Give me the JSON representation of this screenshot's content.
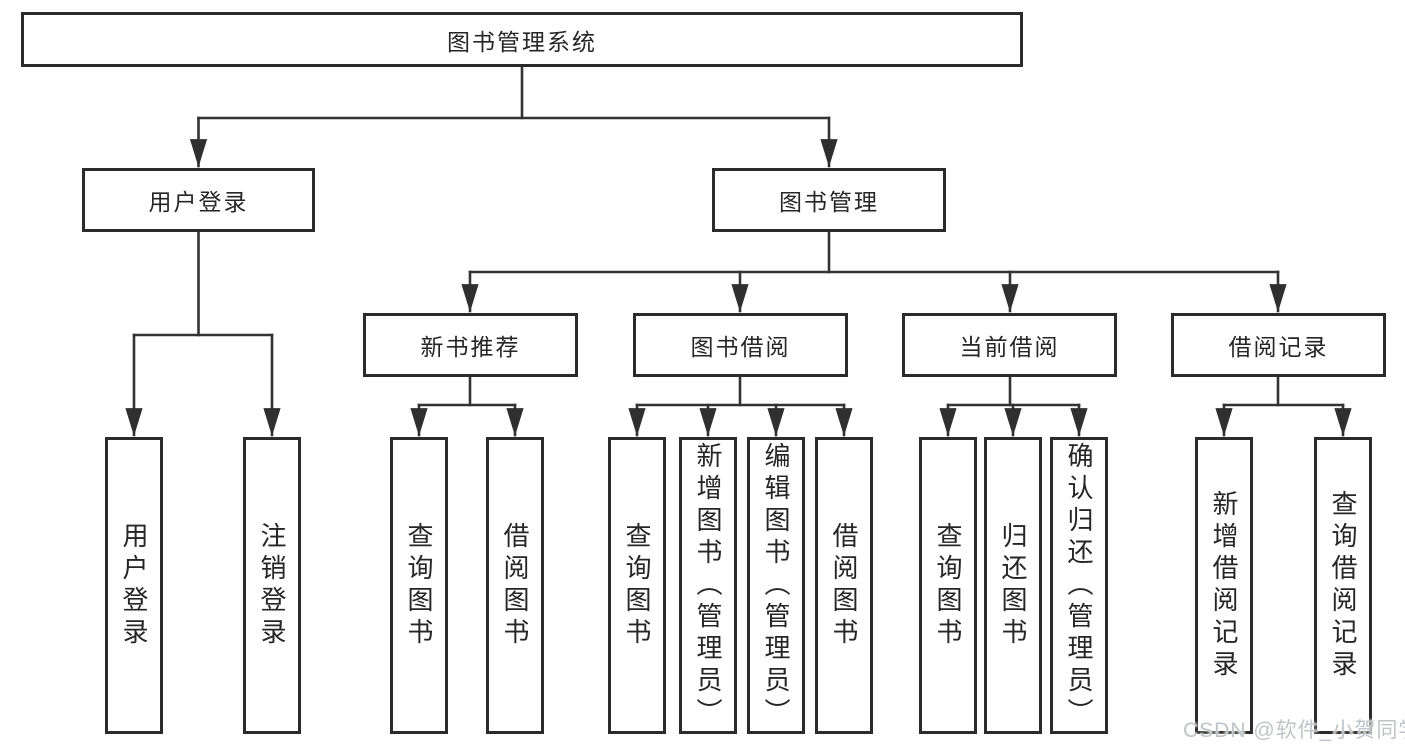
{
  "diagram": {
    "type": "hierarchy-tree",
    "title": "图书管理系统",
    "colors": {
      "background": "#ffffff",
      "line": "#333333",
      "box_border": "#2b2b2b",
      "text": "#262626",
      "watermark": "#c0c4c9"
    },
    "nodes": {
      "root": {
        "label": "图书管理系统"
      },
      "user_login": {
        "label": "用户登录"
      },
      "book_mgmt": {
        "label": "图书管理"
      },
      "new_book_rec": {
        "label": "新书推荐"
      },
      "book_borrow": {
        "label": "图书借阅"
      },
      "current_borrow": {
        "label": "当前借阅"
      },
      "borrow_record": {
        "label": "借阅记录"
      },
      "leaf_user_login": {
        "label": "用户登录"
      },
      "leaf_logout": {
        "label": "注销登录"
      },
      "leaf_nbr_query": {
        "label": "查询图书"
      },
      "leaf_nbr_borrow": {
        "label": "借阅图书"
      },
      "leaf_bb_query": {
        "label": "查询图书"
      },
      "leaf_bb_add": {
        "label": "新增图书（管理员）"
      },
      "leaf_bb_edit": {
        "label": "编辑图书（管理员）"
      },
      "leaf_bb_borrow": {
        "label": "借阅图书"
      },
      "leaf_cb_query": {
        "label": "查询图书"
      },
      "leaf_cb_return": {
        "label": "归还图书"
      },
      "leaf_cb_confirm": {
        "label": "确认归还（管理员）"
      },
      "leaf_br_add": {
        "label": "新增借阅记录"
      },
      "leaf_br_query": {
        "label": "查询借阅记录"
      }
    },
    "edges": [
      {
        "from": "图书管理系统",
        "to": [
          "用户登录",
          "图书管理"
        ]
      },
      {
        "from": "用户登录",
        "to": [
          "用户登录",
          "注销登录"
        ]
      },
      {
        "from": "图书管理",
        "to": [
          "新书推荐",
          "图书借阅",
          "当前借阅",
          "借阅记录"
        ]
      },
      {
        "from": "新书推荐",
        "to": [
          "查询图书",
          "借阅图书"
        ]
      },
      {
        "from": "图书借阅",
        "to": [
          "查询图书",
          "新增图书（管理员）",
          "编辑图书（管理员）",
          "借阅图书"
        ]
      },
      {
        "from": "当前借阅",
        "to": [
          "查询图书",
          "归还图书",
          "确认归还（管理员）"
        ]
      },
      {
        "from": "借阅记录",
        "to": [
          "新增借阅记录",
          "查询借阅记录"
        ]
      }
    ]
  },
  "watermark": {
    "text": "CSDN @软件_小贺同学"
  }
}
